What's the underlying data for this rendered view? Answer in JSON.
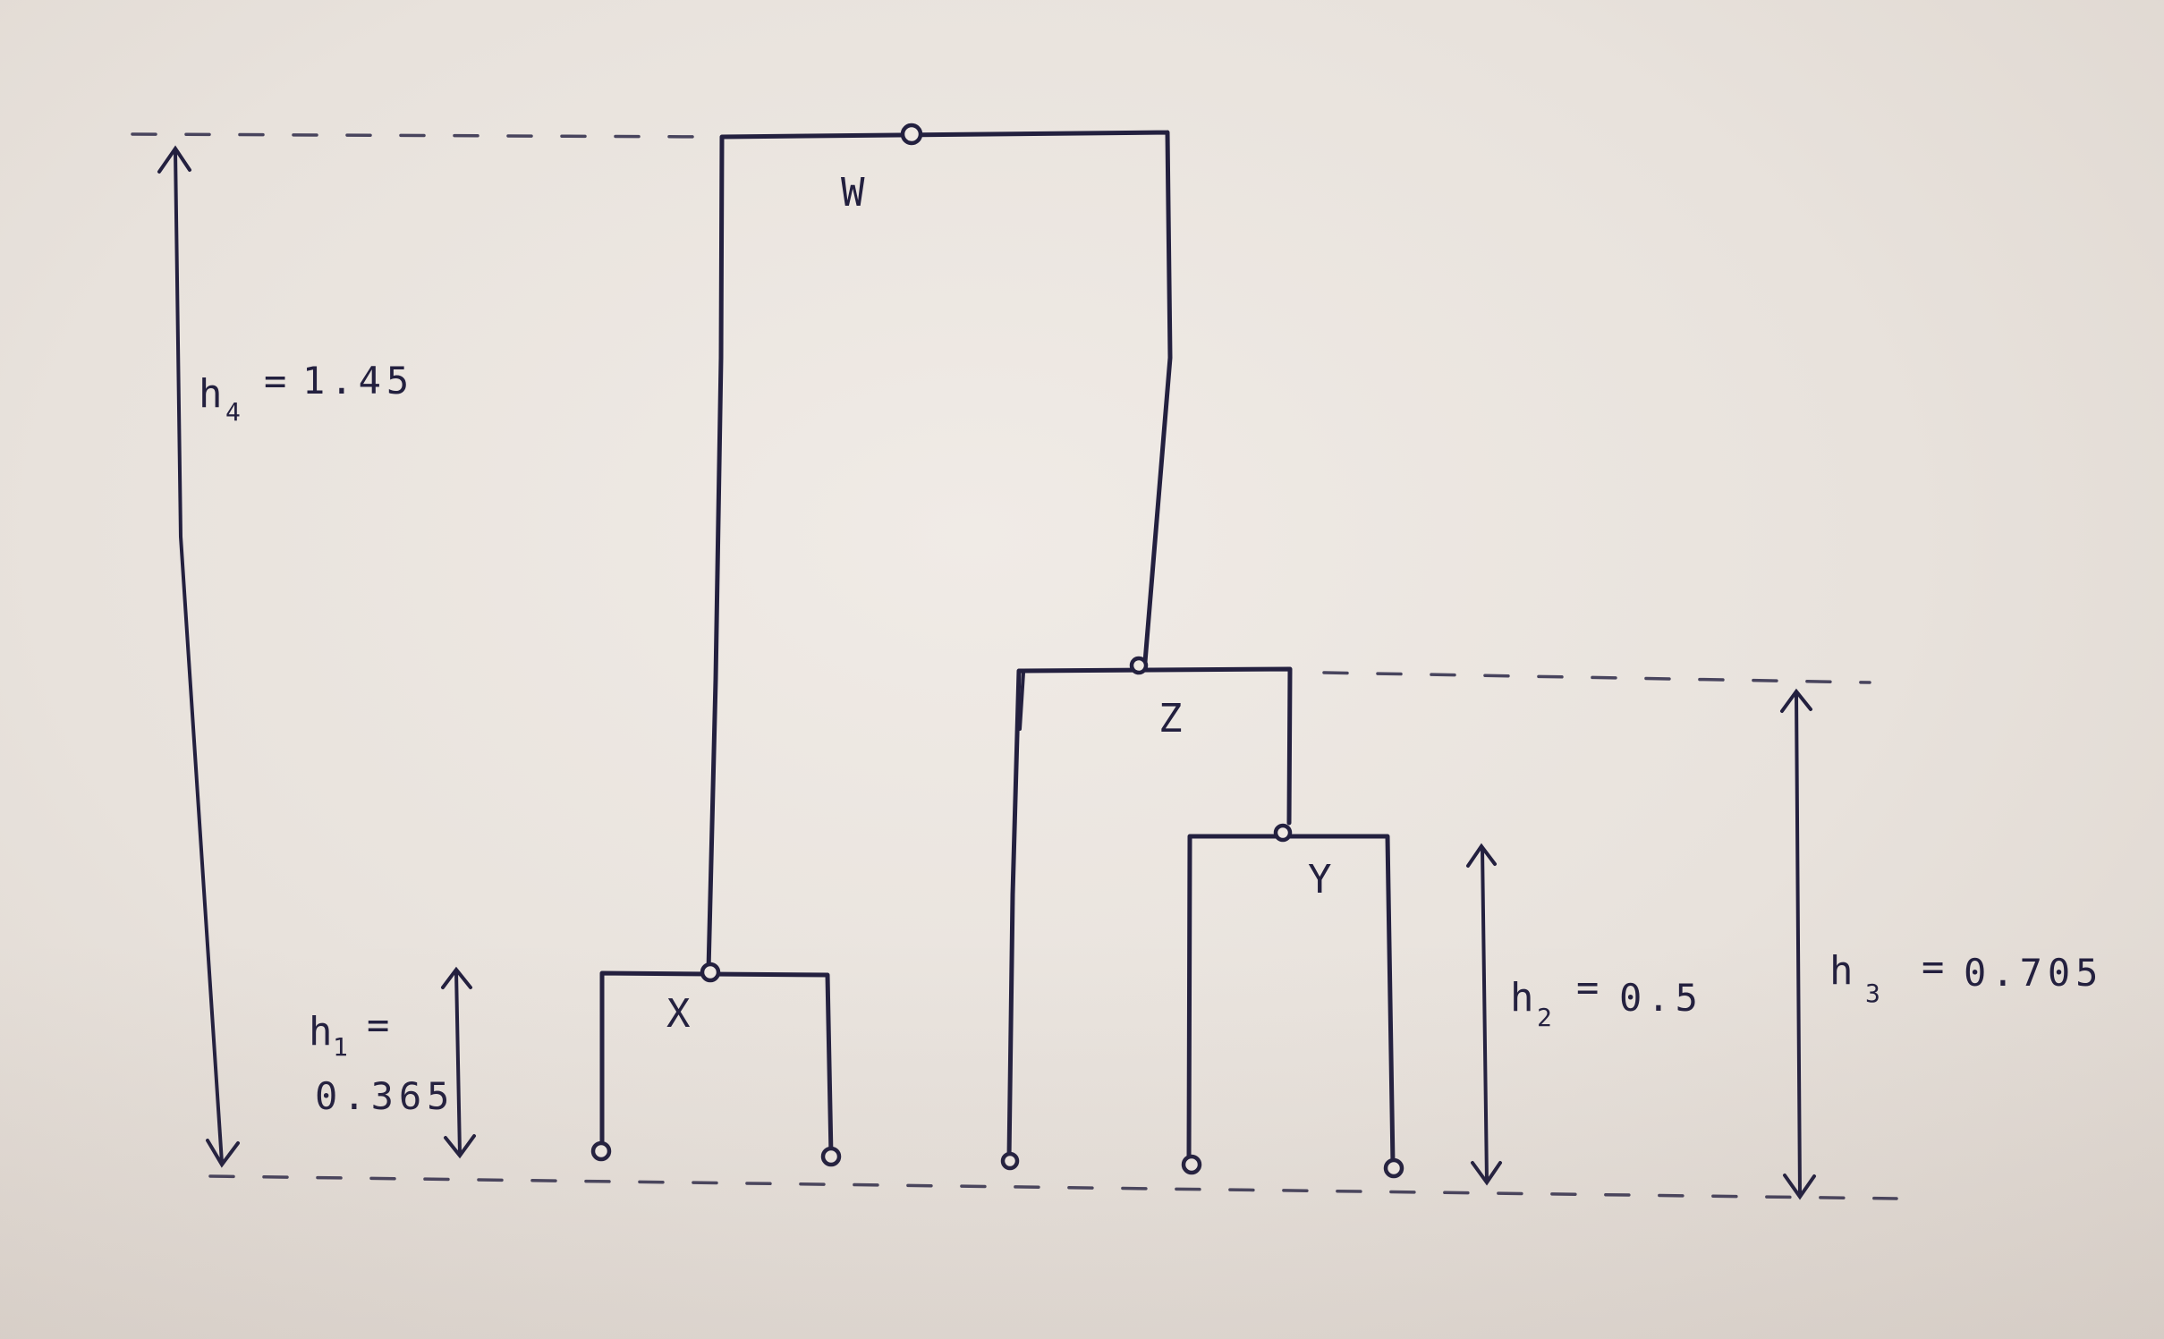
{
  "diagram": {
    "nodes": {
      "w": "W",
      "x": "X",
      "y": "Y",
      "z": "Z"
    },
    "heights": {
      "h1": {
        "symbol": "h",
        "sub": "1",
        "eq": "=",
        "value": "0.365"
      },
      "h2": {
        "symbol": "h",
        "sub": "2",
        "eq": "=",
        "value": "0.5"
      },
      "h3": {
        "symbol": "h",
        "sub": "3",
        "eq": "=",
        "value": "0.705"
      },
      "h4": {
        "symbol": "h",
        "sub": "4",
        "eq": "=",
        "value": "1.45"
      }
    }
  },
  "colors": {
    "ink": "#23203f",
    "paper": "#ebe5df"
  }
}
